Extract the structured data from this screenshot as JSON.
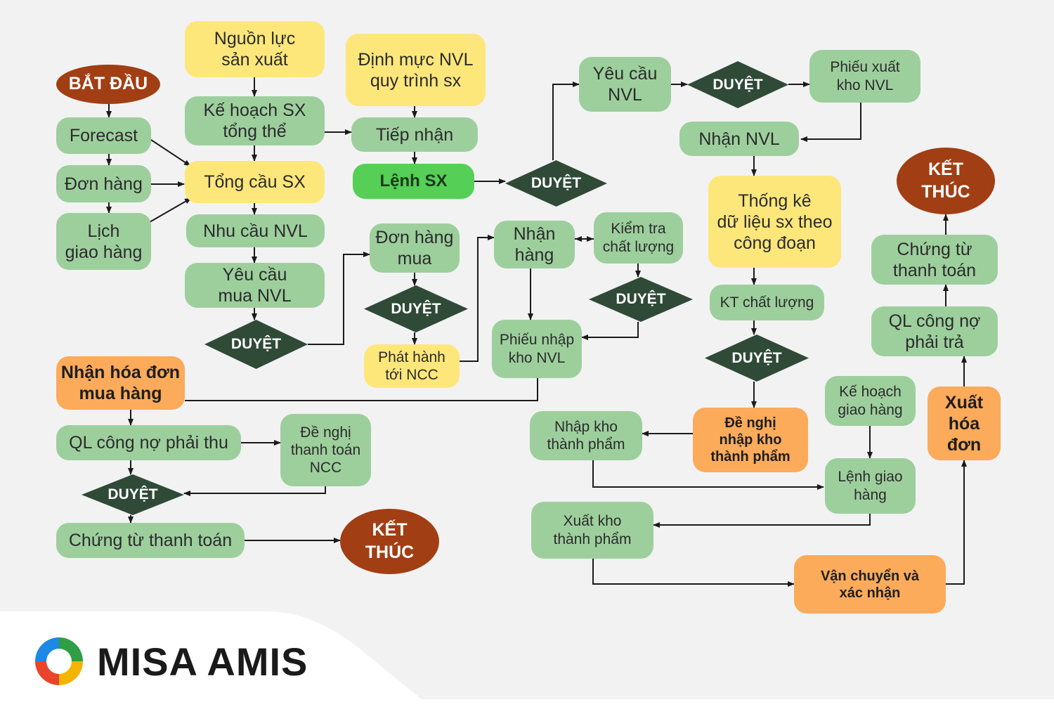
{
  "colors": {
    "node_green": "#9dcf9d",
    "node_yellow": "#fde77a",
    "node_orange": "#fbab5a",
    "node_bright_green": "#55cf55",
    "terminal_brown": "#a13e14",
    "decision_dark": "#2f4a37",
    "connector": "#1a1a1a",
    "background": "#f2f2f2"
  },
  "nodes": {
    "bat_dau": "BẮT ĐẦU",
    "forecast": "Forecast",
    "don_hang": "Đơn hàng",
    "lich_giao_hang": "Lịch\ngiao hàng",
    "nguon_luc": "Nguồn lực\nsản xuất",
    "ke_hoach_sx": "Kế hoạch SX\ntổng thể",
    "tong_cau": "Tổng cầu SX",
    "nhu_cau_nvl": "Nhu cầu NVL",
    "yeu_cau_mua_nvl": "Yêu cầu\nmua NVL",
    "dinh_muc": "Định mực NVL\nquy trình sx",
    "tiep_nhan": "Tiếp nhận",
    "lenh_sx": "Lệnh SX",
    "don_hang_mua": "Đơn hàng\nmua",
    "phat_hanh": "Phát hành\ntới NCC",
    "nhan_hang": "Nhận\nhàng",
    "kiem_tra_cl": "Kiểm tra\nchất lượng",
    "phieu_nhap_kho": "Phiếu nhập\nkho NVL",
    "yeu_cau_nvl": "Yêu cầu\nNVL",
    "phieu_xuat_kho": "Phiếu xuất\nkho NVL",
    "nhan_nvl": "Nhận NVL",
    "thong_ke": "Thống kê\ndữ liệu sx theo\ncông đoạn",
    "kt_chat_luong": "KT chất lượng",
    "de_nghi_nhap_kho": "Đề nghị\nnhập kho\nthành phẩm",
    "nhap_kho_tp": "Nhập kho\nthành phẩm",
    "ke_hoach_giao_hang": "Kế hoạch\ngiao hàng",
    "lenh_giao_hang": "Lệnh giao\nhàng",
    "xuat_kho_tp": "Xuất kho\nthành phẩm",
    "van_chuyen": "Vận chuyển và\nxác nhận",
    "xuat_hoa_don": "Xuất\nhóa\nđơn",
    "ql_cong_no_tra": "QL công nợ\nphải trả",
    "chung_tu_tt_right": "Chứng từ\nthanh toán",
    "ket_thuc_right": "KẾT\nTHÚC",
    "nhan_hoa_don": "Nhận hóa đơn\nmua hàng",
    "ql_cong_no_thu": "QL công nợ phải thu",
    "de_nghi_tt_ncc": "Đề nghị\nthanh toán\nNCC",
    "chung_tu_tt_left": "Chứng từ thanh toán",
    "ket_thuc_left": "KẾT\nTHÚC"
  },
  "decision_label": "DUYỆT",
  "brand": {
    "name": "MISA AMIS",
    "logo_icon": "misa-ring-logo"
  }
}
